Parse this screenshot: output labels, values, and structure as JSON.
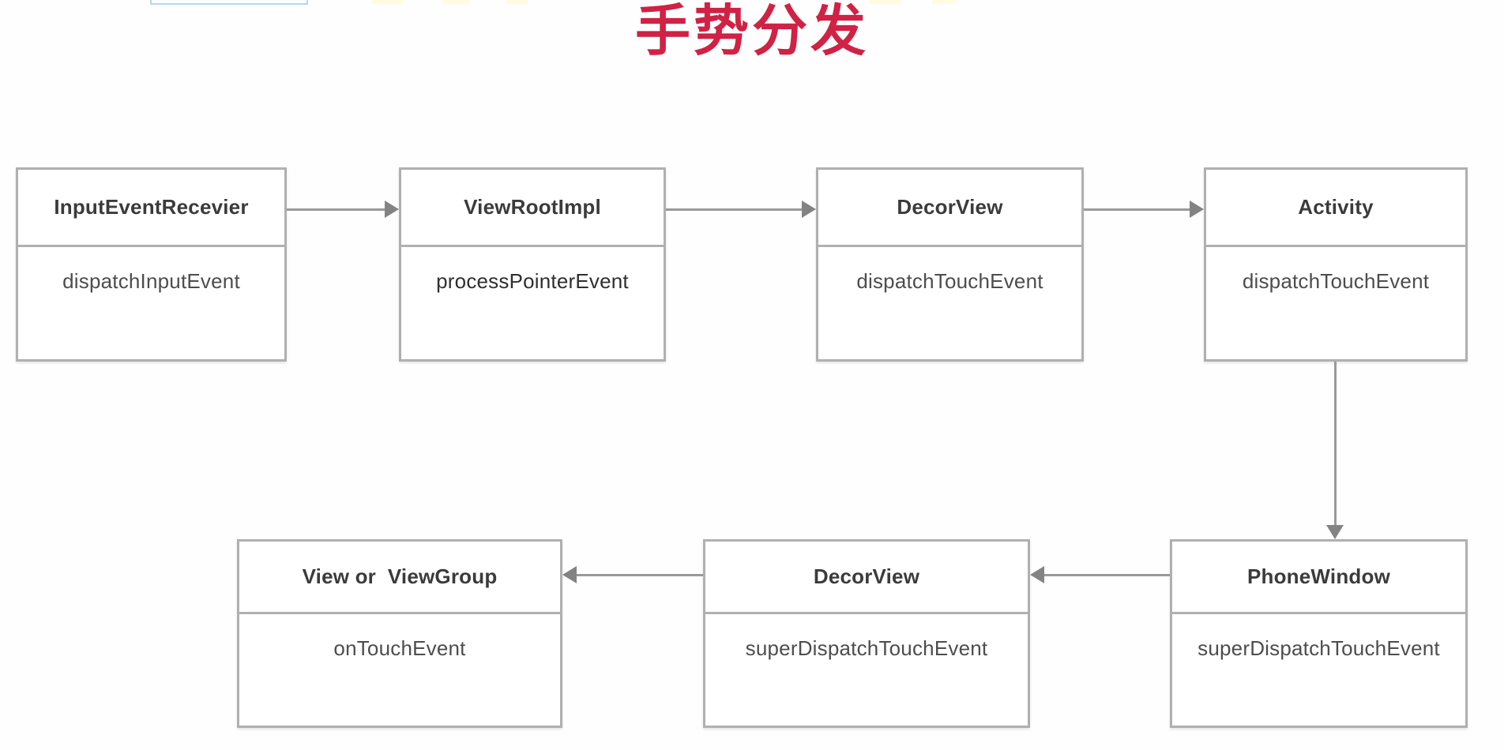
{
  "page": {
    "title": "手势分发",
    "title_color": "#cf2245",
    "background": "#ffffff",
    "box_border_color": "#b0b0b0",
    "connector_color": "#9a9a9a",
    "arrow_color": "#838383"
  },
  "artifacts": {
    "top_box_border_color": "#b8d4f5",
    "top_highlight_color": "#fffce0"
  },
  "diagram": {
    "nodes": [
      {
        "id": "input-event-recevier",
        "title": "InputEventRecevier",
        "method": "dispatchInputEvent"
      },
      {
        "id": "view-root-impl",
        "title": "ViewRootImpl",
        "method": "processPointerEvent"
      },
      {
        "id": "decor-view-top",
        "title": "DecorView",
        "method": "dispatchTouchEvent"
      },
      {
        "id": "activity",
        "title": "Activity",
        "method": "dispatchTouchEvent"
      },
      {
        "id": "phone-window",
        "title": "PhoneWindow",
        "method": "superDispatchTouchEvent"
      },
      {
        "id": "decor-view-bottom",
        "title": "DecorView",
        "method": "superDispatchTouchEvent"
      },
      {
        "id": "view-or-viewgroup",
        "title": "View or  ViewGroup",
        "method": "onTouchEvent"
      }
    ],
    "edges": [
      {
        "from": "input-event-recevier",
        "to": "view-root-impl",
        "direction": "right"
      },
      {
        "from": "view-root-impl",
        "to": "decor-view-top",
        "direction": "right"
      },
      {
        "from": "decor-view-top",
        "to": "activity",
        "direction": "right"
      },
      {
        "from": "activity",
        "to": "phone-window",
        "direction": "down"
      },
      {
        "from": "phone-window",
        "to": "decor-view-bottom",
        "direction": "left"
      },
      {
        "from": "decor-view-bottom",
        "to": "view-or-viewgroup",
        "direction": "left"
      }
    ]
  }
}
